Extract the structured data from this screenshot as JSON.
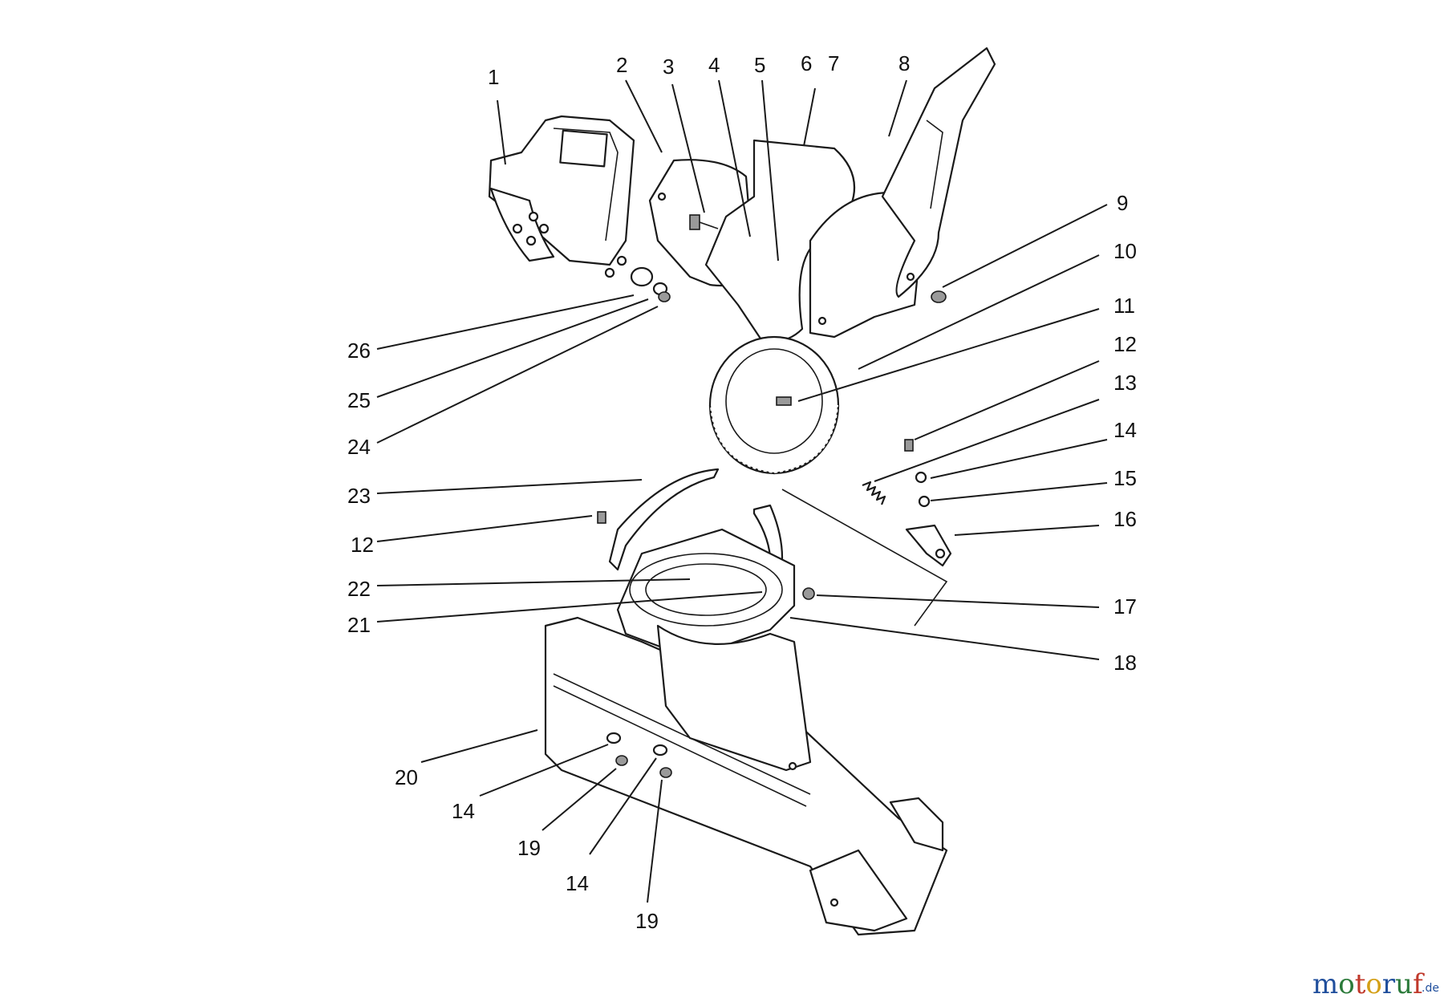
{
  "callouts": [
    {
      "id": "c1",
      "label": "1"
    },
    {
      "id": "c2",
      "label": "2"
    },
    {
      "id": "c3",
      "label": "3"
    },
    {
      "id": "c4",
      "label": "4"
    },
    {
      "id": "c5",
      "label": "5"
    },
    {
      "id": "c6",
      "label": "6"
    },
    {
      "id": "c7",
      "label": "7"
    },
    {
      "id": "c8",
      "label": "8"
    },
    {
      "id": "c9",
      "label": "9"
    },
    {
      "id": "c10",
      "label": "10"
    },
    {
      "id": "c11",
      "label": "11"
    },
    {
      "id": "c12a",
      "label": "12"
    },
    {
      "id": "c13",
      "label": "13"
    },
    {
      "id": "c14a",
      "label": "14"
    },
    {
      "id": "c15",
      "label": "15"
    },
    {
      "id": "c16",
      "label": "16"
    },
    {
      "id": "c17",
      "label": "17"
    },
    {
      "id": "c18",
      "label": "18"
    },
    {
      "id": "c26",
      "label": "26"
    },
    {
      "id": "c25",
      "label": "25"
    },
    {
      "id": "c24",
      "label": "24"
    },
    {
      "id": "c23",
      "label": "23"
    },
    {
      "id": "c12b",
      "label": "12"
    },
    {
      "id": "c22",
      "label": "22"
    },
    {
      "id": "c21",
      "label": "21"
    },
    {
      "id": "c20",
      "label": "20"
    },
    {
      "id": "c14b",
      "label": "14"
    },
    {
      "id": "c19a",
      "label": "19"
    },
    {
      "id": "c14c",
      "label": "14"
    },
    {
      "id": "c19b",
      "label": "19"
    }
  ],
  "watermark": {
    "brand": "motoruf",
    "suffix": ".de",
    "colors": {
      "m": "#1f4e9c",
      "o1": "#2b7a3a",
      "t": "#c0392b",
      "o2": "#d4a017",
      "r": "#1f4e9c",
      "u": "#2b7a3a",
      "f": "#c0392b"
    }
  }
}
